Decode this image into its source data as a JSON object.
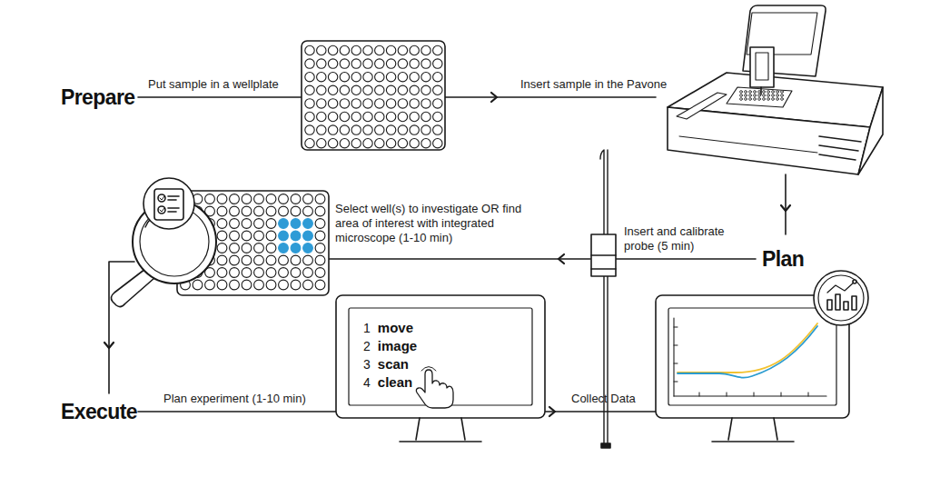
{
  "diagram": {
    "nodes": [
      {
        "text": [
          "1",
          "move",
          "2",
          "image",
          "3",
          "scan",
          "4",
          "clean"
        ]
      }
    ],
    "labels": [
      "Prepare",
      "Put sample in a wellplate",
      "Insert sample in the Pavone",
      "Plan",
      "Insert and calibrate probe (5 min)",
      "Select well(s) to investigate OR find area of interest with integrated microscope (1-10 min)",
      "Execute",
      "Plan experiment (1-10 min)",
      "Collect Data"
    ]
  }
}
